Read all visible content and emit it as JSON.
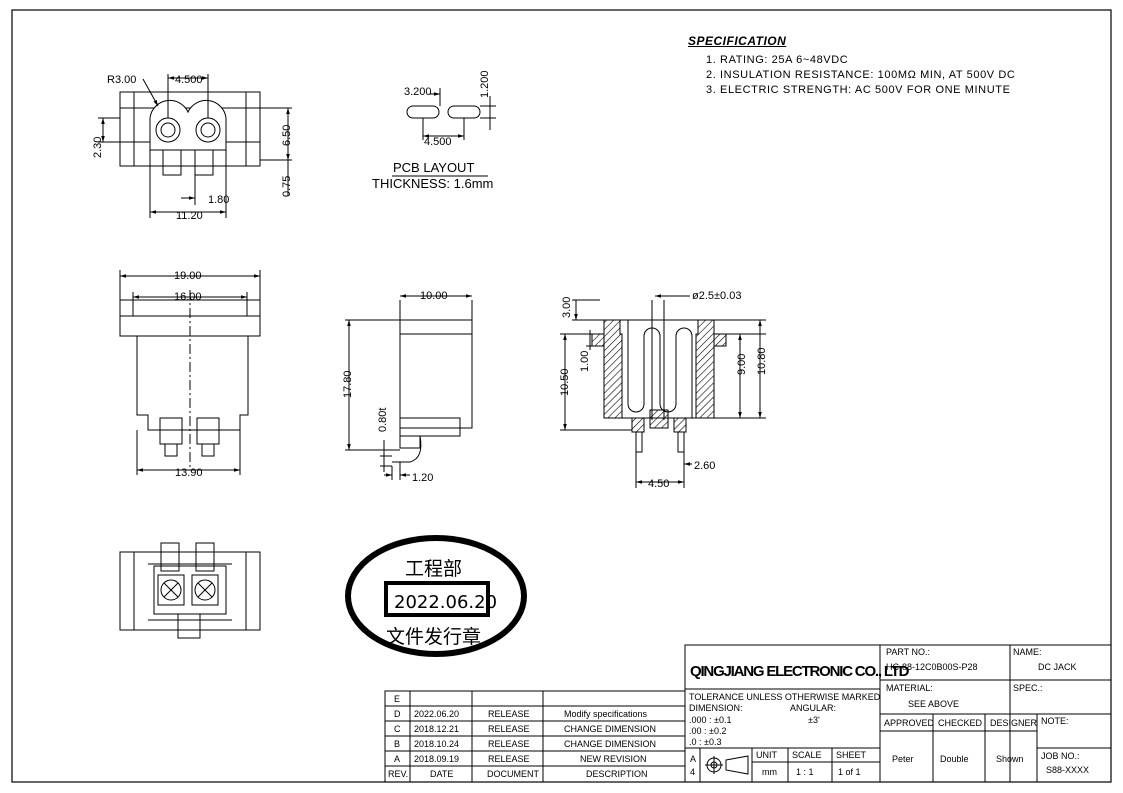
{
  "specification": {
    "title": "SPECIFICATION",
    "lines": [
      "1. RATING: 25A 6~48VDC",
      "2. INSULATION RESISTANCE: 100MΩ MIN, AT 500V DC",
      "3. ELECTRIC STRENGTH: AC 500V FOR ONE MINUTE"
    ]
  },
  "top_view": {
    "r": "R3.00",
    "pitch": "4.500",
    "h": "2.30",
    "ht": "6.50",
    "off": "0.75",
    "slot": "1.80",
    "w": "11.20"
  },
  "pcb_layout": {
    "w": "3.200",
    "h": "1.200",
    "pitch": "4.500",
    "caption": "PCB LAYOUT",
    "thickness": "THICKNESS: 1.6mm"
  },
  "front_view": {
    "w1": "19.00",
    "w2": "16.00",
    "w3": "13.90"
  },
  "side_view": {
    "w": "10.00",
    "h": "17.80",
    "t": "0.80t",
    "pin": "1.20"
  },
  "section_view": {
    "d": "ø2.5±0.03",
    "a": "3.00",
    "b": "1.00",
    "c": "10.50",
    "e": "9.00",
    "f": "10.80",
    "g": "2.60",
    "h": "4.50"
  },
  "stamp": {
    "top": "工程部",
    "date": "2022.06.20",
    "bottom": "文件发行章"
  },
  "title_block": {
    "company": "QINGJIANG ELECTRONIC CO., LTD",
    "part_no_label": "PART NO.:",
    "part_no": "HC-88-12C0B00S-P28",
    "name_label": "NAME:",
    "name": "DC JACK",
    "material_label": "MATERIAL:",
    "material": "SEE ABOVE",
    "spec_label": "SPEC.:",
    "tolerance_title": "TOLERANCE UNLESS OTHERWISE MARKED",
    "dimension_label": "DIMENSION:",
    "angular_label": "ANGULAR:",
    "angular": "±3'",
    "tol": [
      ".000  :  ±0.1",
      ".00    :  ±0.2",
      ".0      :  ±0.3"
    ],
    "approved_label": "APPROVED",
    "checked_label": "CHECKED",
    "designer_label": "DESIGNER",
    "approved": "Peter",
    "checked": "Double",
    "designer": "Shown",
    "note_label": "NOTE:",
    "job_label": "JOB NO.:",
    "job": "S88-XXXX",
    "unit_label": "UNIT",
    "unit": "mm",
    "scale_label": "SCALE",
    "scale": "1 : 1",
    "sheet_label": "SHEET",
    "sheet": "1 of 1",
    "proj_a": "A",
    "proj_b": "4"
  },
  "revisions": {
    "headers": [
      "REV.",
      "DATE",
      "DOCUMENT",
      "DESCRIPTION"
    ],
    "rows": [
      [
        "E",
        "",
        "",
        ""
      ],
      [
        "D",
        "2022.06.20",
        "RELEASE",
        "Modify specifications"
      ],
      [
        "C",
        "2018.12.21",
        "RELEASE",
        "CHANGE DIMENSION"
      ],
      [
        "B",
        "2018.10.24",
        "RELEASE",
        "CHANGE DIMENSION"
      ],
      [
        "A",
        "2018.09.19",
        "RELEASE",
        "NEW REVISION"
      ]
    ]
  }
}
